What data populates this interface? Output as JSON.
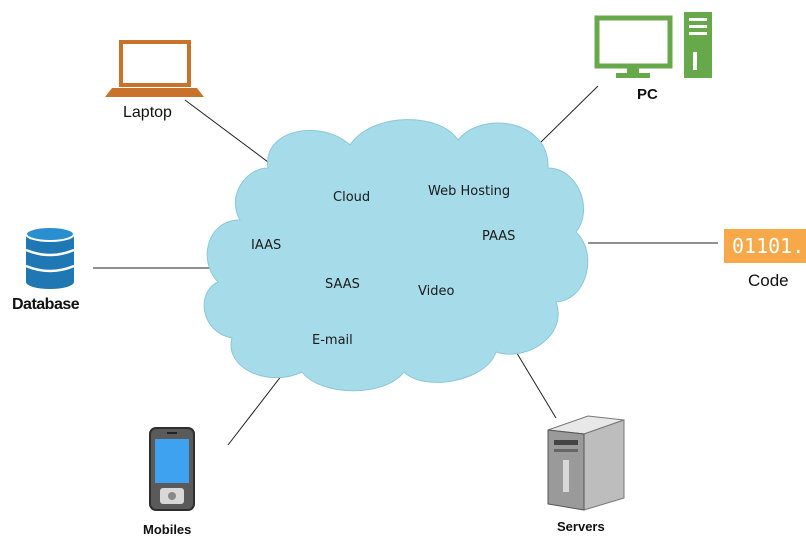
{
  "cloud": {
    "labels": {
      "cloud": "Cloud",
      "web_hosting": "Web Hosting",
      "iaas": "IAAS",
      "paas": "PAAS",
      "saas": "SAAS",
      "video": "Video",
      "email": "E-mail"
    }
  },
  "nodes": {
    "laptop": {
      "label": "Laptop",
      "icon": "laptop-icon"
    },
    "pc": {
      "label": "PC",
      "icon": "desktop-pc-icon"
    },
    "database": {
      "label": "Database",
      "icon": "database-icon"
    },
    "code": {
      "label": "Code",
      "icon_text": "01101..."
    },
    "mobiles": {
      "label": "Mobiles",
      "icon": "mobile-phone-icon"
    },
    "servers": {
      "label": "Servers",
      "icon": "server-icon"
    }
  },
  "colors": {
    "cloud_fill": "#a6dcea",
    "laptop": "#c8722a",
    "pc": "#67a84a",
    "database": "#1f78b4",
    "code_box": "#f7a94a"
  }
}
